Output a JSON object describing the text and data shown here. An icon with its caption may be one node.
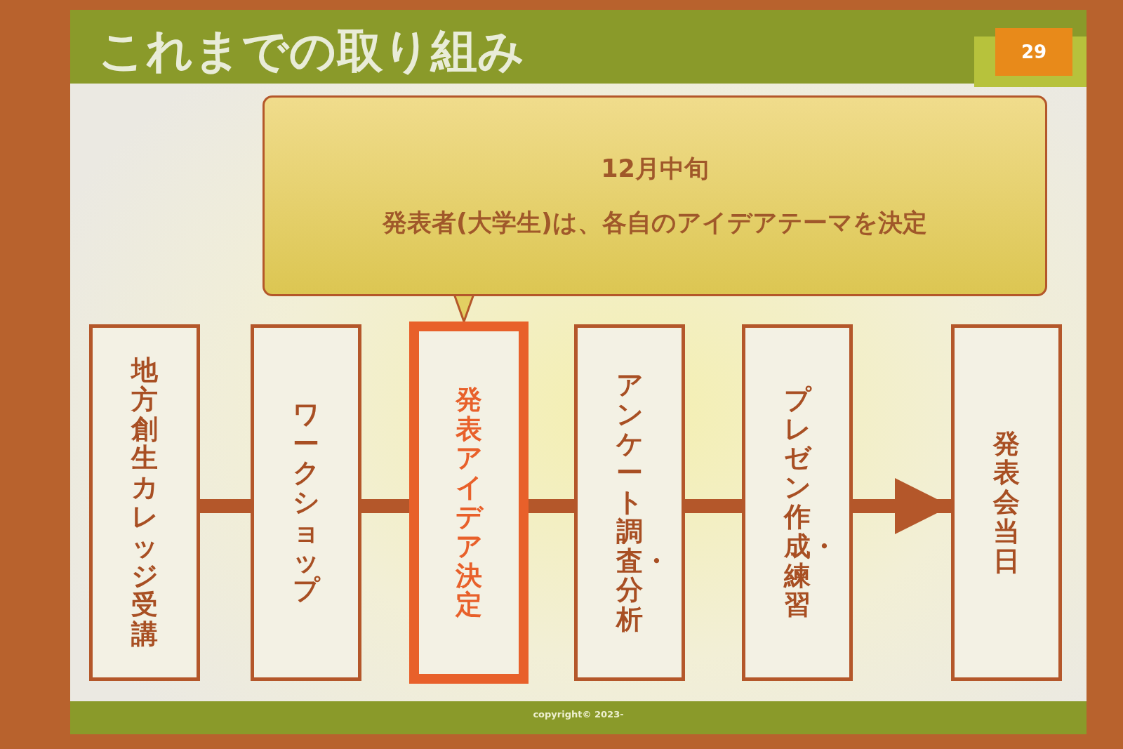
{
  "diagram": {
    "title": "これまでの取り組み",
    "nodes": [
      {
        "text": [
          "12月中旬",
          "発表者(大学生)は、各自のアイデアテーマを決定"
        ]
      },
      {
        "text": [
          "地方創生カレッジ受講"
        ]
      },
      {
        "text": [
          "ワークショップ"
        ]
      },
      {
        "text": [
          "発表アイデア決定"
        ]
      },
      {
        "text": [
          "アンケート調査・分析"
        ]
      },
      {
        "text": [
          "プレゼン作成・練習"
        ]
      },
      {
        "text": [
          "発表会当日"
        ]
      }
    ],
    "edges": [
      {
        "from": 0,
        "to": 3,
        "arrow": "to"
      },
      {
        "from": 1,
        "to": 2,
        "arrow": "none"
      },
      {
        "from": 2,
        "to": 3,
        "arrow": "none"
      },
      {
        "from": 3,
        "to": 4,
        "arrow": "none"
      },
      {
        "from": 4,
        "to": 5,
        "arrow": "none"
      },
      {
        "from": 5,
        "to": 6,
        "arrow": "to"
      }
    ],
    "labels": [
      "29",
      "copyright© 2023-"
    ]
  }
}
